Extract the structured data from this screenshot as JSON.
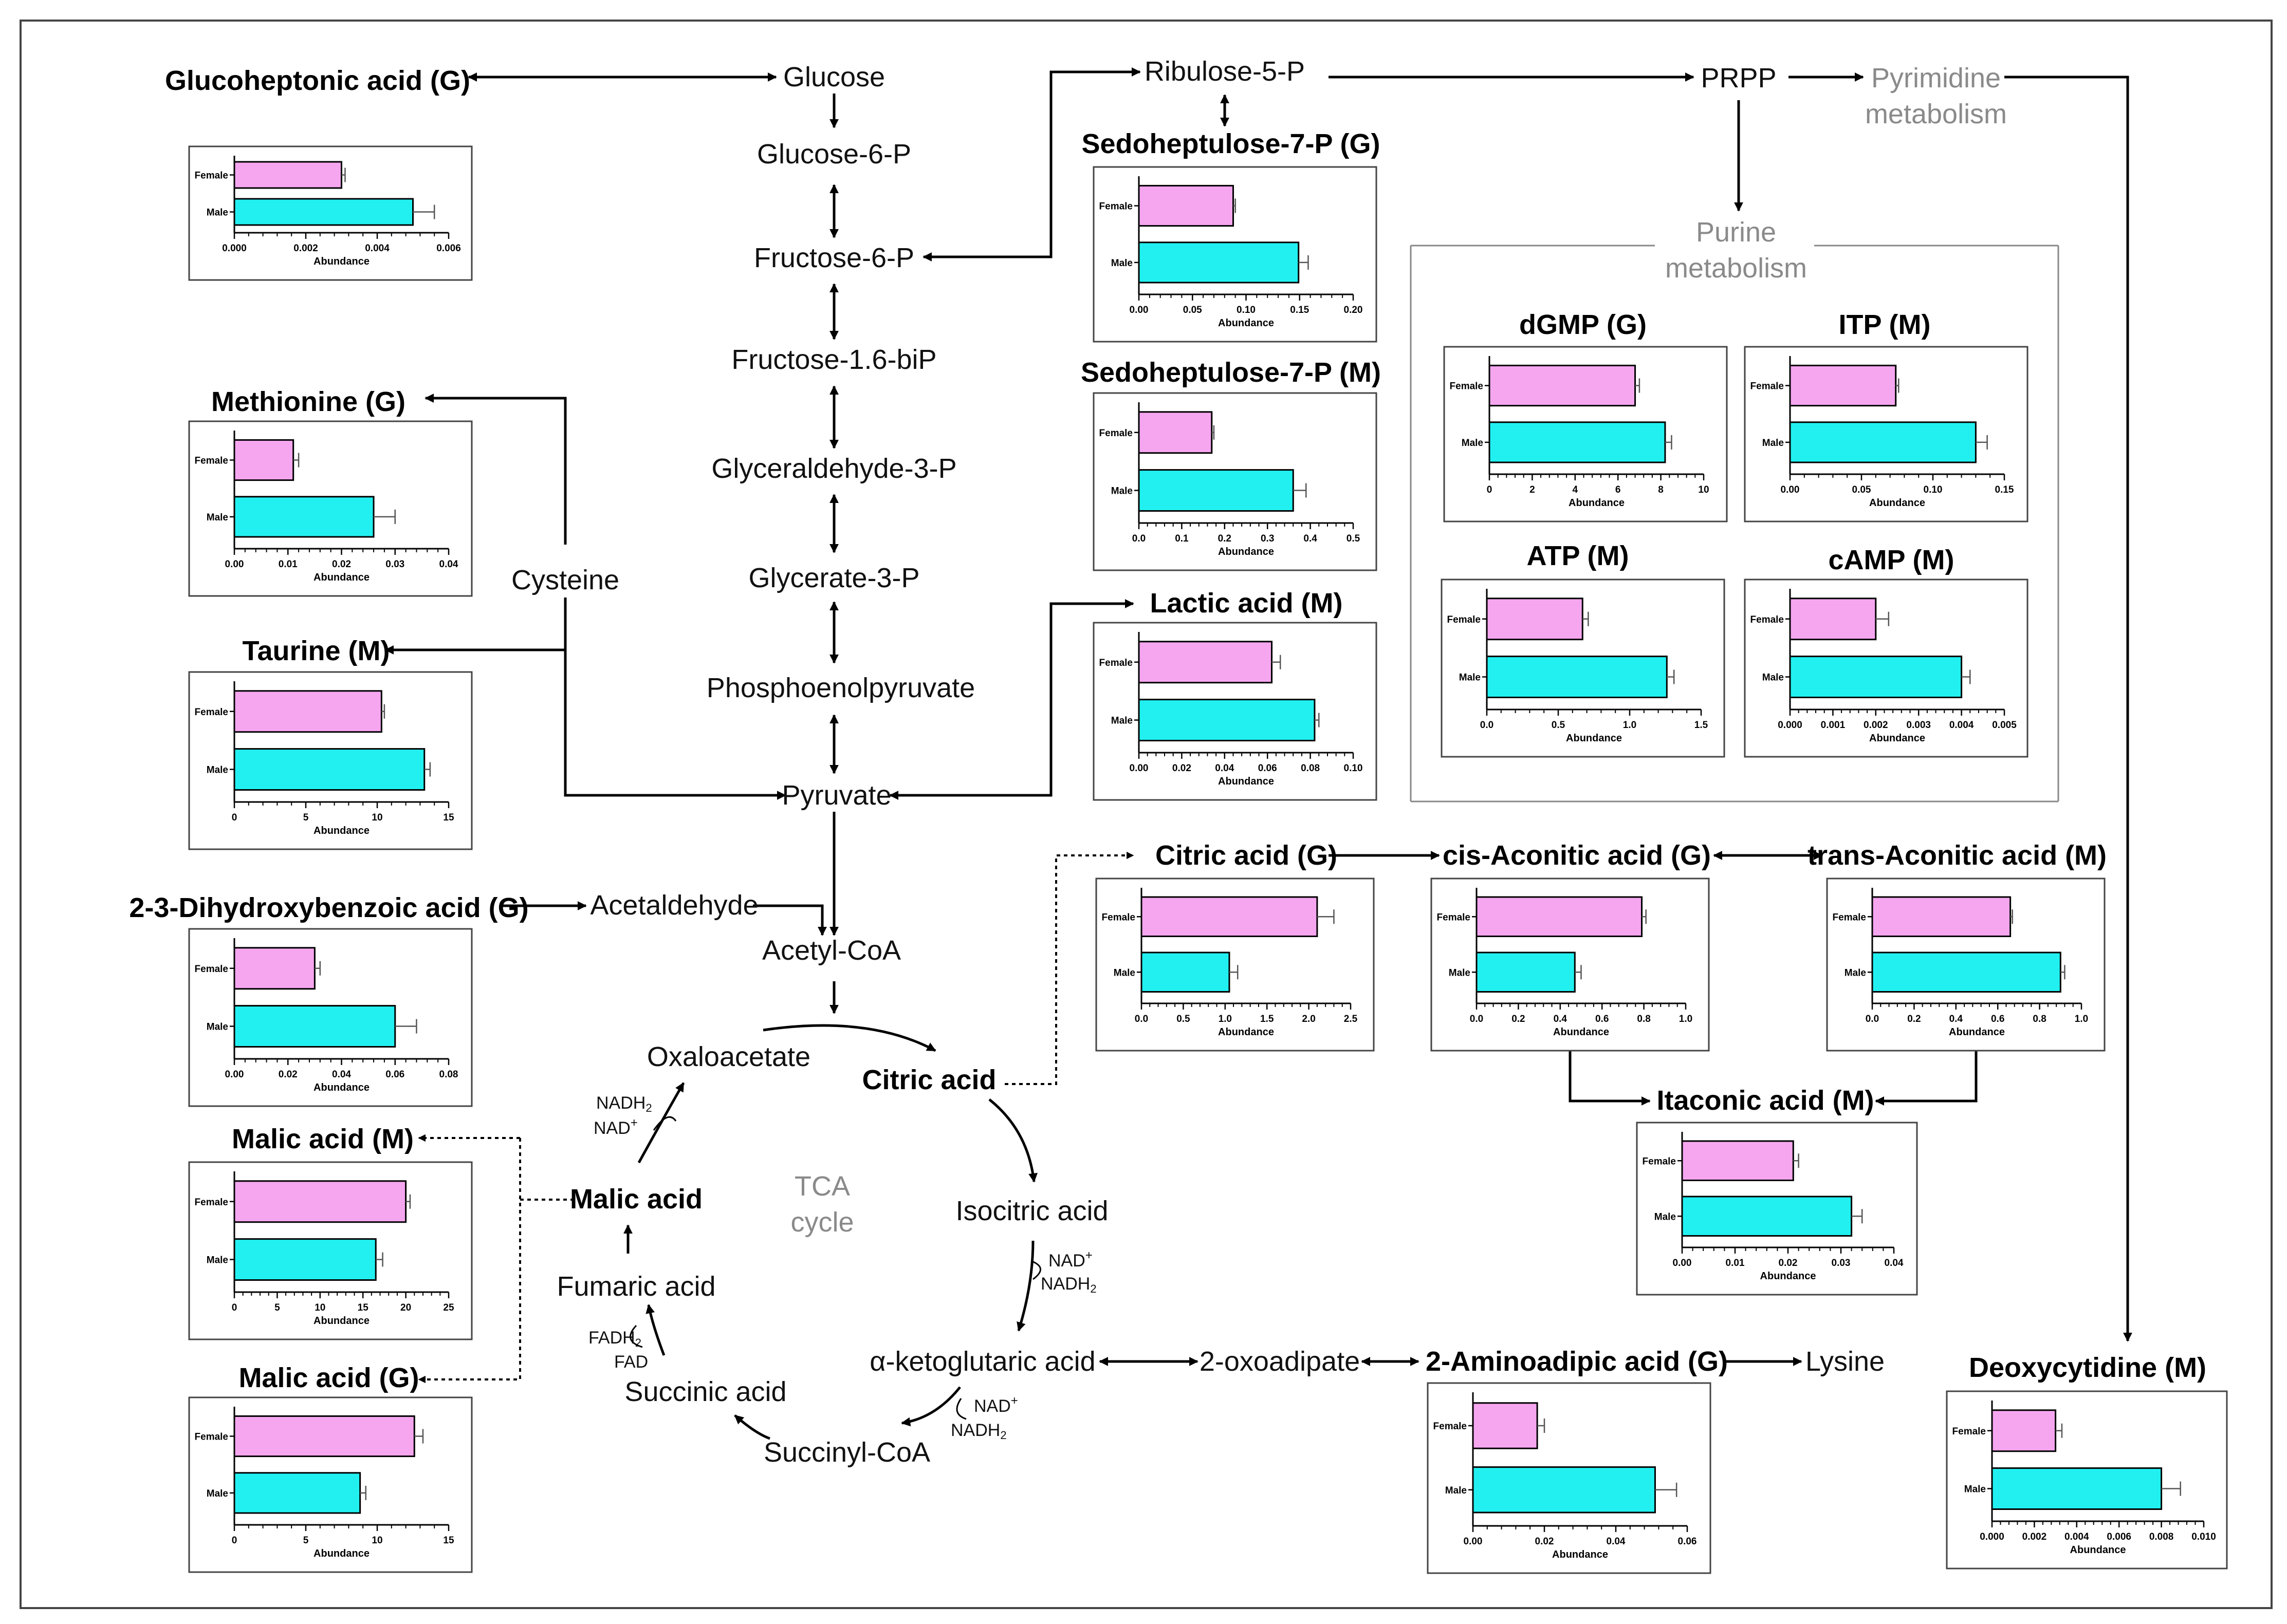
{
  "colors": {
    "female": "#f5a6ef",
    "male": "#22f0f0",
    "grey_text": "#8a8a8a"
  },
  "pathway": {
    "glucose": "Glucose",
    "glucose6p": "Glucose-6-P",
    "fructose6p": "Fructose-6-P",
    "fructose16bip": "Fructose-1.6-biP",
    "glyceraldehyde3p": "Glyceraldehyde-3-P",
    "glycerate3p": "Glycerate-3-P",
    "pep": "Phosphoenolpyruvate",
    "pyruvate": "Pyruvate",
    "acetylcoa": "Acetyl-CoA",
    "acetaldehyde": "Acetaldehyde",
    "cysteine": "Cysteine",
    "ribulose5p": "Ribulose-5-P",
    "prpp": "PRPP",
    "pyrimidine_line1": "Pyrimidine",
    "pyrimidine_line2": "metabolism",
    "purine_line1": "Purine",
    "purine_line2": "metabolism",
    "oxaloacetate": "Oxaloacetate",
    "citric_acid": "Citric acid",
    "isocitric_acid": "Isocitric acid",
    "akg": "α-ketoglutaric acid",
    "succinylcoa": "Succinyl-CoA",
    "succinic_acid": "Succinic acid",
    "fumaric_acid": "Fumaric acid",
    "malic_acid": "Malic acid",
    "tca_line1": "TCA",
    "tca_line2": "cycle",
    "oxoadipate": "2-oxoadipate",
    "lysine": "Lysine",
    "cofactors": {
      "nadh2_a": "NADH",
      "nad_a": "NAD",
      "nad_b": "NAD",
      "nadh2_b": "NADH",
      "nad_c": "NAD",
      "nadh2_c": "NADH",
      "fadh2": "FADH",
      "fad": "FAD",
      "sub2": "2",
      "plus": "+"
    }
  },
  "axis_label": "Abundance",
  "group_labels": [
    "Female",
    "Male"
  ],
  "chart_data": [
    {
      "id": "glucoheptonic",
      "type": "bar",
      "title": "Glucoheptonic acid (G)",
      "categories": [
        "Female",
        "Male"
      ],
      "values": [
        0.003,
        0.005
      ],
      "errors": [
        0.0001,
        0.0006
      ],
      "ticks": [
        "0.000",
        "0.002",
        "0.004",
        "0.006"
      ],
      "xlim": [
        0,
        0.006
      ]
    },
    {
      "id": "methionine",
      "type": "bar",
      "title": "Methionine (G)",
      "categories": [
        "Female",
        "Male"
      ],
      "values": [
        0.011,
        0.026
      ],
      "errors": [
        0.001,
        0.004
      ],
      "ticks": [
        "0.00",
        "0.01",
        "0.02",
        "0.03",
        "0.04"
      ],
      "xlim": [
        0,
        0.04
      ]
    },
    {
      "id": "taurine",
      "type": "bar",
      "title": "Taurine (M)",
      "categories": [
        "Female",
        "Male"
      ],
      "values": [
        10.3,
        13.3
      ],
      "errors": [
        0.2,
        0.4
      ],
      "ticks": [
        "0",
        "5",
        "10",
        "15"
      ],
      "xlim": [
        0,
        15
      ]
    },
    {
      "id": "dhba",
      "type": "bar",
      "title": "2-3-Dihydroxybenzoic acid (G)",
      "categories": [
        "Female",
        "Male"
      ],
      "values": [
        0.03,
        0.06
      ],
      "errors": [
        0.002,
        0.008
      ],
      "ticks": [
        "0.00",
        "0.02",
        "0.04",
        "0.06",
        "0.08"
      ],
      "xlim": [
        0,
        0.08
      ]
    },
    {
      "id": "malic_m",
      "type": "bar",
      "title": "Malic acid (M)",
      "categories": [
        "Female",
        "Male"
      ],
      "values": [
        20,
        16.5
      ],
      "errors": [
        0.5,
        0.8
      ],
      "ticks": [
        "0",
        "5",
        "10",
        "15",
        "20",
        "25"
      ],
      "xlim": [
        0,
        25
      ]
    },
    {
      "id": "malic_g",
      "type": "bar",
      "title": "Malic acid (G)",
      "categories": [
        "Female",
        "Male"
      ],
      "values": [
        12.6,
        8.8
      ],
      "errors": [
        0.6,
        0.4
      ],
      "ticks": [
        "0",
        "5",
        "10",
        "15"
      ],
      "xlim": [
        0,
        15
      ]
    },
    {
      "id": "sedo_g",
      "type": "bar",
      "title": "Sedoheptulose-7-P (G)",
      "categories": [
        "Female",
        "Male"
      ],
      "values": [
        0.088,
        0.149
      ],
      "errors": [
        0.002,
        0.009
      ],
      "ticks": [
        "0.00",
        "0.05",
        "0.10",
        "0.15",
        "0.20"
      ],
      "xlim": [
        0,
        0.2
      ]
    },
    {
      "id": "sedo_m",
      "type": "bar",
      "title": "Sedoheptulose-7-P (M)",
      "categories": [
        "Female",
        "Male"
      ],
      "values": [
        0.17,
        0.36
      ],
      "errors": [
        0.005,
        0.03
      ],
      "ticks": [
        "0.0",
        "0.1",
        "0.2",
        "0.3",
        "0.4",
        "0.5"
      ],
      "xlim": [
        0,
        0.5
      ]
    },
    {
      "id": "lactic",
      "type": "bar",
      "title": "Lactic acid (M)",
      "categories": [
        "Female",
        "Male"
      ],
      "values": [
        0.062,
        0.082
      ],
      "errors": [
        0.004,
        0.002
      ],
      "ticks": [
        "0.00",
        "0.02",
        "0.04",
        "0.06",
        "0.08",
        "0.10"
      ],
      "xlim": [
        0,
        0.1
      ]
    },
    {
      "id": "citric",
      "type": "bar",
      "title": "Citric acid (G)",
      "categories": [
        "Female",
        "Male"
      ],
      "values": [
        2.1,
        1.05
      ],
      "errors": [
        0.2,
        0.1
      ],
      "ticks": [
        "0.0",
        "0.5",
        "1.0",
        "1.5",
        "2.0",
        "2.5"
      ],
      "xlim": [
        0,
        2.5
      ]
    },
    {
      "id": "cisaconitic",
      "type": "bar",
      "title": "cis-Aconitic acid (G)",
      "categories": [
        "Female",
        "Male"
      ],
      "values": [
        0.79,
        0.47
      ],
      "errors": [
        0.02,
        0.03
      ],
      "ticks": [
        "0.0",
        "0.2",
        "0.4",
        "0.6",
        "0.8",
        "1.0"
      ],
      "xlim": [
        0,
        1.0
      ]
    },
    {
      "id": "transaconitic",
      "type": "bar",
      "title": "trans-Aconitic acid (M)",
      "categories": [
        "Female",
        "Male"
      ],
      "values": [
        0.66,
        0.9
      ],
      "errors": [
        0.01,
        0.02
      ],
      "ticks": [
        "0.0",
        "0.2",
        "0.4",
        "0.6",
        "0.8",
        "1.0"
      ],
      "xlim": [
        0,
        1.0
      ]
    },
    {
      "id": "itaconic",
      "type": "bar",
      "title": "Itaconic acid (M)",
      "categories": [
        "Female",
        "Male"
      ],
      "values": [
        0.021,
        0.032
      ],
      "errors": [
        0.001,
        0.002
      ],
      "ticks": [
        "0.00",
        "0.01",
        "0.02",
        "0.03",
        "0.04"
      ],
      "xlim": [
        0,
        0.04
      ]
    },
    {
      "id": "aminoadipic",
      "type": "bar",
      "title": "2-Aminoadipic acid (G)",
      "categories": [
        "Female",
        "Male"
      ],
      "values": [
        0.018,
        0.051
      ],
      "errors": [
        0.002,
        0.006
      ],
      "ticks": [
        "0.00",
        "0.02",
        "0.04",
        "0.06"
      ],
      "xlim": [
        0,
        0.06
      ]
    },
    {
      "id": "deoxycytidine",
      "type": "bar",
      "title": "Deoxycytidine (M)",
      "categories": [
        "Female",
        "Male"
      ],
      "values": [
        0.003,
        0.008
      ],
      "errors": [
        0.0003,
        0.0009
      ],
      "ticks": [
        "0.000",
        "0.002",
        "0.004",
        "0.006",
        "0.008",
        "0.010"
      ],
      "xlim": [
        0,
        0.01
      ]
    },
    {
      "id": "dgmp",
      "type": "bar",
      "title": "dGMP (G)",
      "categories": [
        "Female",
        "Male"
      ],
      "values": [
        6.8,
        8.2
      ],
      "errors": [
        0.2,
        0.3
      ],
      "ticks": [
        "0",
        "2",
        "4",
        "6",
        "8",
        "10"
      ],
      "xlim": [
        0,
        10
      ]
    },
    {
      "id": "itp",
      "type": "bar",
      "title": "ITP (M)",
      "categories": [
        "Female",
        "Male"
      ],
      "values": [
        0.074,
        0.13
      ],
      "errors": [
        0.002,
        0.008
      ],
      "ticks": [
        "0.00",
        "0.05",
        "0.10",
        "0.15"
      ],
      "xlim": [
        0,
        0.15
      ]
    },
    {
      "id": "atp",
      "type": "bar",
      "title": "ATP (M)",
      "categories": [
        "Female",
        "Male"
      ],
      "values": [
        0.67,
        1.26
      ],
      "errors": [
        0.04,
        0.05
      ],
      "ticks": [
        "0.0",
        "0.5",
        "1.0",
        "1.5"
      ],
      "xlim": [
        0,
        1.5
      ]
    },
    {
      "id": "camp",
      "type": "bar",
      "title": "cAMP (M)",
      "categories": [
        "Female",
        "Male"
      ],
      "values": [
        0.002,
        0.004
      ],
      "errors": [
        0.0003,
        0.0002
      ],
      "ticks": [
        "0.000",
        "0.001",
        "0.002",
        "0.003",
        "0.004",
        "0.005"
      ],
      "xlim": [
        0,
        0.005
      ]
    }
  ]
}
